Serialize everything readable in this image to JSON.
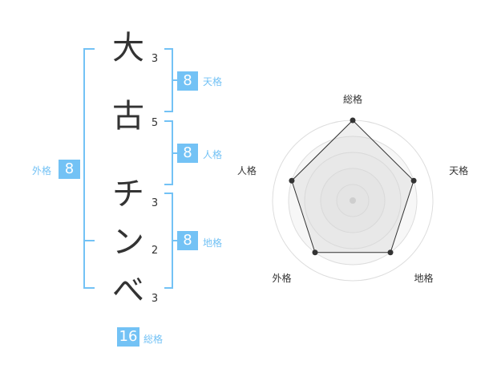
{
  "name": {
    "chars": [
      {
        "char": "大",
        "strokes": "3"
      },
      {
        "char": "古",
        "strokes": "5"
      },
      {
        "char": "チ",
        "strokes": "3"
      },
      {
        "char": "ン",
        "strokes": "2"
      },
      {
        "char": "べ",
        "strokes": "3"
      }
    ]
  },
  "fortune": {
    "tenkaku": {
      "label": "天格",
      "value": "8"
    },
    "jinkaku": {
      "label": "人格",
      "value": "8"
    },
    "chikaku": {
      "label": "地格",
      "value": "8"
    },
    "gaikaku": {
      "label": "外格",
      "value": "8"
    },
    "soukaku": {
      "label": "総格",
      "value": "16"
    }
  },
  "colors": {
    "accent": "#73c2f5",
    "text": "#333333"
  },
  "chart_data": {
    "type": "radar",
    "axes": [
      "総格",
      "天格",
      "地格",
      "外格",
      "人格"
    ],
    "values": [
      5,
      4,
      4,
      4,
      4
    ],
    "max": 5,
    "rings": 5
  }
}
